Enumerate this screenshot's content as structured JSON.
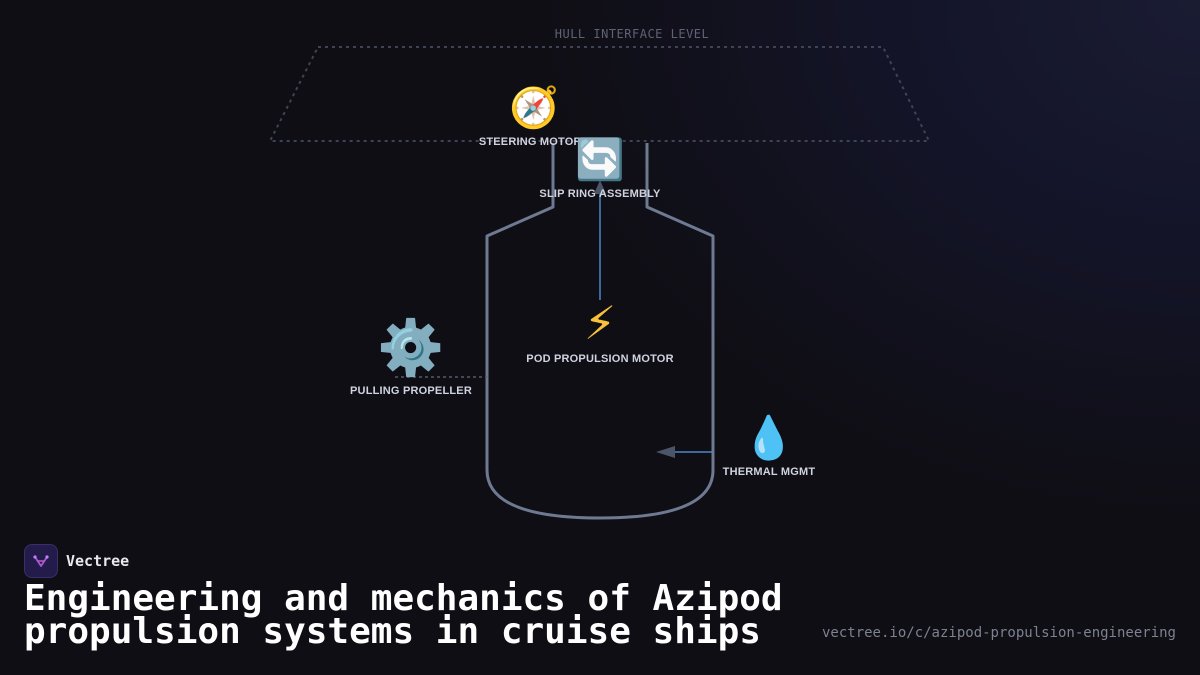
{
  "diagram": {
    "hull_interface_label": "HULL INTERFACE LEVEL",
    "components": {
      "steering": {
        "label": "STEERING MOTORS",
        "icon": "compass-icon",
        "glyph": "🧭"
      },
      "slip_ring": {
        "label": "SLIP RING ASSEMBLY",
        "icon": "rotation-arrows-icon",
        "glyph": "🔄"
      },
      "propeller": {
        "label": "PULLING PROPELLER",
        "icon": "gear-icon",
        "glyph": "⚙️"
      },
      "motor": {
        "label": "POD PROPULSION MOTOR",
        "icon": "lightning-icon",
        "glyph": "⚡"
      },
      "thermal": {
        "label": "THERMAL MGMT",
        "icon": "water-drop-icon",
        "glyph": "💧"
      }
    },
    "colors": {
      "pod_outline": "#6e7a91",
      "connector": "#4f86c6",
      "arrow_head": "#4b5568",
      "hull_dotted": "#3e4455"
    }
  },
  "branding": {
    "name": "Vectree",
    "logo_icon": "vectree-logo-icon"
  },
  "title": "Engineering and mechanics of Azipod propulsion systems in cruise ships",
  "url": "vectree.io/c/azipod-propulsion-engineering"
}
